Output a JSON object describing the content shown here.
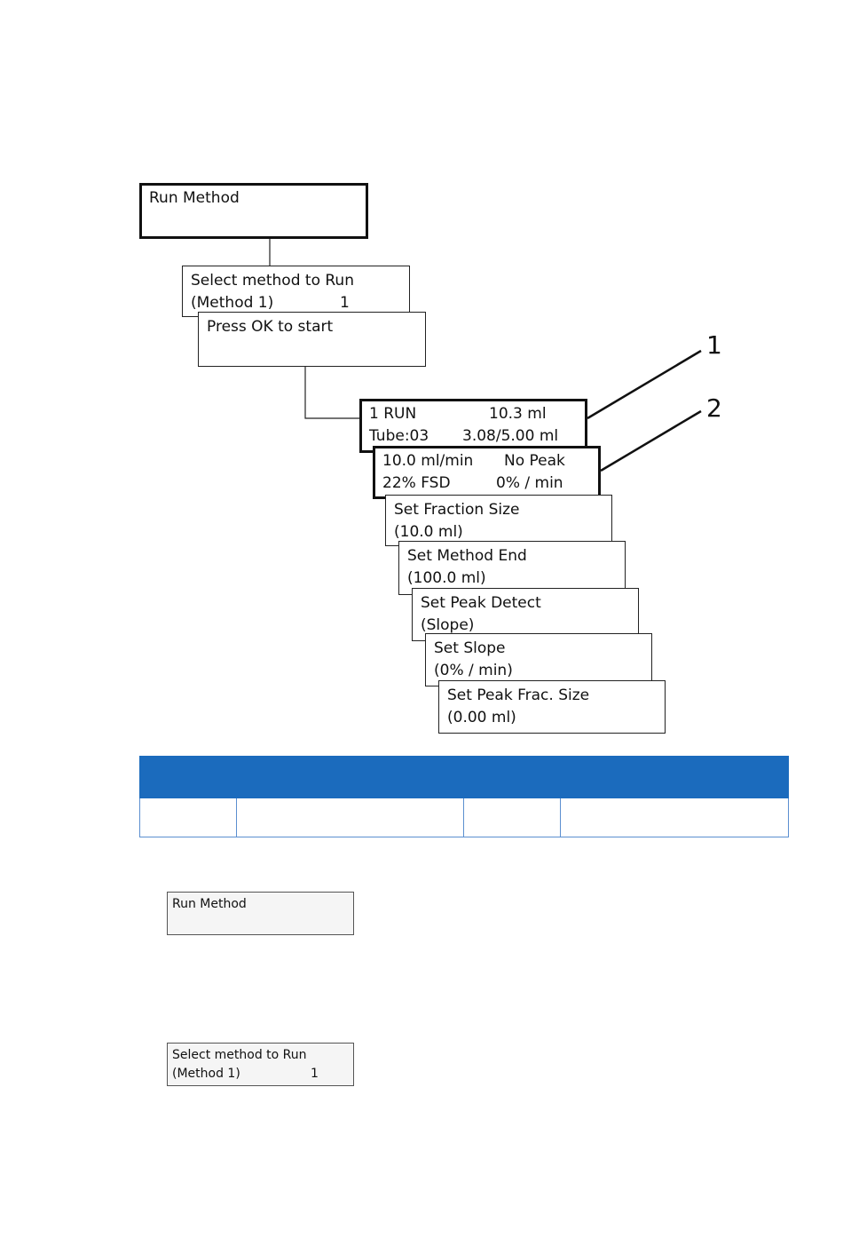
{
  "diagram": {
    "run_method": {
      "line1": "Run Method"
    },
    "select_method": {
      "line1": "Select method to Run",
      "line2_left": "(Method 1)",
      "line2_right": "1"
    },
    "press_ok": {
      "line1": "Press OK to start"
    },
    "run_status": {
      "line1_left": "1 RUN",
      "line1_right": "10.3 ml",
      "line2_left": "Tube:03",
      "line2_right": "3.08/5.00 ml"
    },
    "flow_status": {
      "line1_left": "10.0 ml/min",
      "line1_right": "No Peak",
      "line2_left": "22% FSD",
      "line2_right": "0% / min"
    },
    "fraction_size": {
      "line1": "Set Fraction Size",
      "line2": "(10.0 ml)"
    },
    "method_end": {
      "line1": "Set Method End",
      "line2": "(100.0 ml)"
    },
    "peak_detect": {
      "line1": "Set Peak Detect",
      "line2": "(Slope)"
    },
    "slope": {
      "line1": "Set Slope",
      "line2": "(0% / min)"
    },
    "peak_frac_size": {
      "line1": "Set Peak Frac. Size",
      "line2": "(0.00 ml)"
    },
    "callouts": [
      "1",
      "2"
    ]
  },
  "table": {
    "header_color": "#1b6bbd",
    "border_color": "#5b8fd0",
    "columns": [
      "",
      "",
      "",
      ""
    ],
    "rows": [
      [
        "",
        "",
        "",
        ""
      ]
    ]
  },
  "screens": {
    "run_method": {
      "line1": "Run Method"
    },
    "select_method": {
      "line1": "Select method to Run",
      "line2_left": "(Method 1)",
      "line2_right": "1"
    }
  }
}
